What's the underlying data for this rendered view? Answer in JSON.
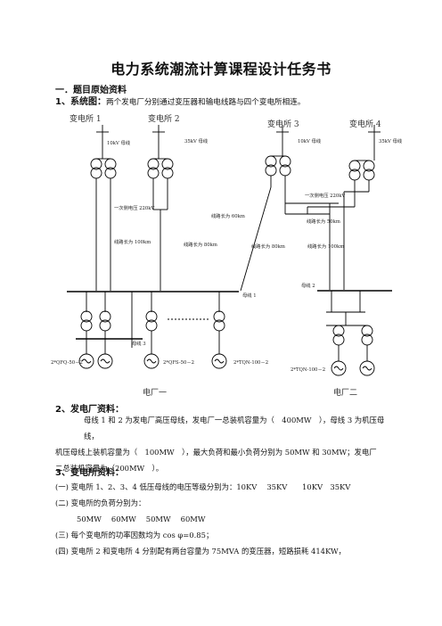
{
  "title": "电力系统潮流计算课程设计任务书",
  "section1": {
    "heading": "一．题目原始资料",
    "item1_label": "1、系统图：",
    "item1_text": "两个发电厂分别通过变压器和输电线路与四个变电所相连。"
  },
  "diagram": {
    "substations": [
      "变电所 1",
      "变电所 2",
      "变电所 3",
      "变电所 4"
    ],
    "bus_labels": [
      "10kV 母线",
      "35kV 母线",
      "10kV 母线",
      "35kV 母线"
    ],
    "primary_voltage_left": "一次侧电压 220kV",
    "primary_voltage_right": "一次侧电压 220kV",
    "line_60": "线路长为 60km",
    "line_100_left": "线路长为 100km",
    "line_80_a": "线路长为 80km",
    "line_80_b": "线路长为 80km",
    "line_50": "线路长为 50km",
    "line_100_right": "线路长为 100km",
    "bus1": "母线 1",
    "bus2": "母线 2",
    "bus3": "母线 3",
    "gen_labels": [
      "2*QFQ-50－2",
      "2*QFS-50－2",
      "2*TQN-100－2",
      "2*TQN-100－2"
    ],
    "plant1": "电厂一",
    "plant2": "电厂二"
  },
  "section2": {
    "heading": "2、发电厂资料：",
    "text_line1": "母线 1 和 2 为发电厂高压母线，发电厂一总装机容量为（　400MW　），母线 3 为机压母线，",
    "text_line2": "机压母线上装机容量为（　100MW　），最大负荷和最小负荷分别为 50MW 和 30MW；发电厂",
    "text_line3": "二总装机容量为（200MW　）。"
  },
  "section3": {
    "heading": "3、变电所资料：",
    "items": [
      "(一) 变电所 1、2、3、4 低压母线的电压等级分别为：10KV　 35KV　　10KV　35KV",
      "(二) 变电所的负荷分别为：",
      "50MW　 60MW　 50MW　 60MW",
      "(三) 每个变电所的功率因数均为 cos φ=0.85；",
      "(四) 变电所 2 和变电所 4 分别配有两台容量为 75MVA 的变压器，短路损耗 414KW，"
    ]
  }
}
